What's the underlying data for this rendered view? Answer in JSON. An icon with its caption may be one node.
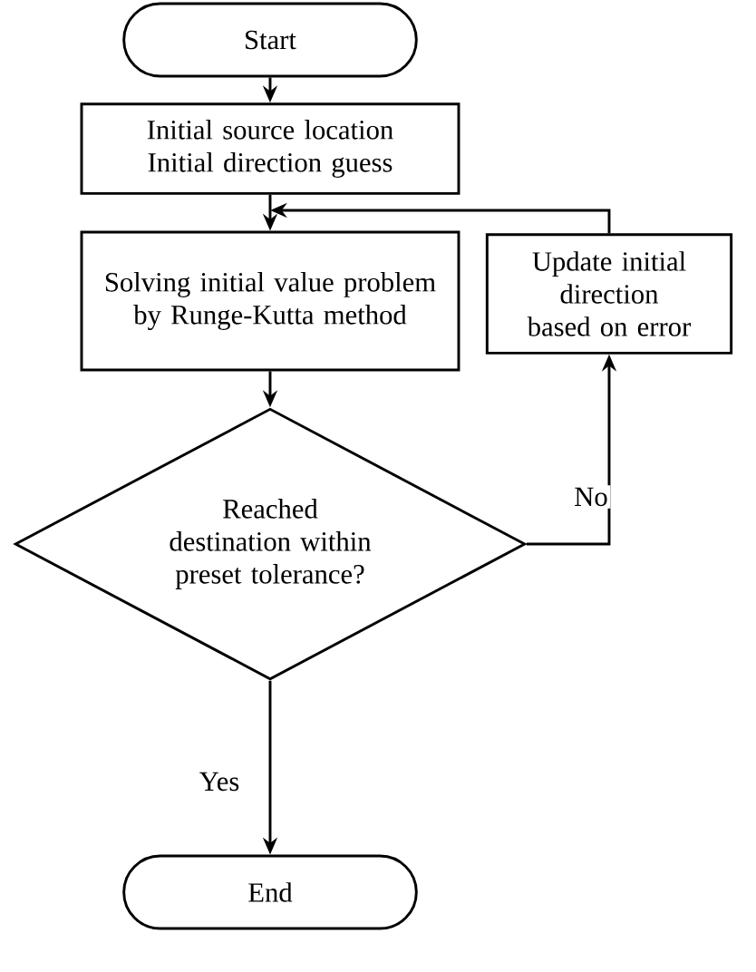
{
  "diagram": {
    "nodes": [
      {
        "text": [
          "Start"
        ]
      },
      {
        "text": [
          "Initial source location",
          "Initial direction guess"
        ]
      },
      {
        "text": [
          "Solving initial value problem by Runge-Kutta method"
        ]
      },
      {
        "text": [
          "Reached destination within preset tolerance?"
        ]
      },
      {
        "text": [
          "Update initial direction based on error"
        ]
      },
      {
        "text": [
          "End"
        ]
      }
    ],
    "edges": [
      {
        "from": 0,
        "to": 1,
        "arrow": "to"
      },
      {
        "from": 1,
        "to": 2,
        "arrow": "to"
      },
      {
        "from": 2,
        "to": 3,
        "arrow": "to"
      },
      {
        "from": 3,
        "to": 4,
        "arrow": "to",
        "label": "No"
      },
      {
        "from": 4,
        "to": 2,
        "arrow": "to"
      },
      {
        "from": 3,
        "to": 5,
        "arrow": "to",
        "label": "Yes"
      }
    ]
  }
}
